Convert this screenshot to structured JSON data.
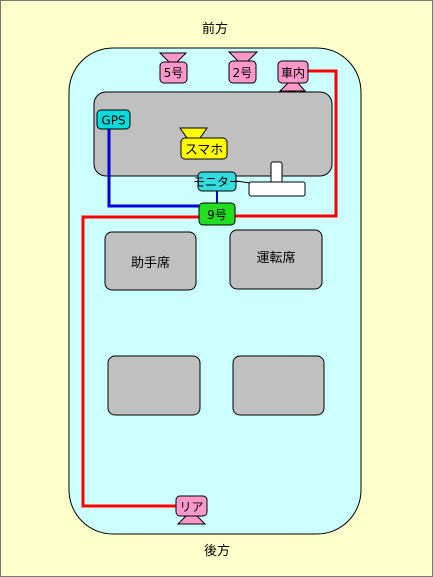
{
  "labels": {
    "front": "前方",
    "rear": "後方",
    "gps": "GPS",
    "smartphone": "スマホ",
    "monitor": "モニター",
    "cam9": "9号",
    "cam5": "5号",
    "cam2": "2号",
    "cabin": "車内",
    "rear_cam": "リア",
    "passenger_seat": "助手席",
    "driver_seat": "運転席"
  },
  "colors": {
    "background": "#FFFFCC",
    "car_body": "#CCFFFF",
    "dashboard": "#C0C0C0",
    "seat": "#C0C0C0",
    "camera": "#FF99CC",
    "gps": "#00DDDD",
    "smartphone": "#FFFF00",
    "monitor": "#33DDDD",
    "cam9": "#22DD22",
    "wire_red": "#FF0000",
    "wire_blue": "#0000DD"
  }
}
